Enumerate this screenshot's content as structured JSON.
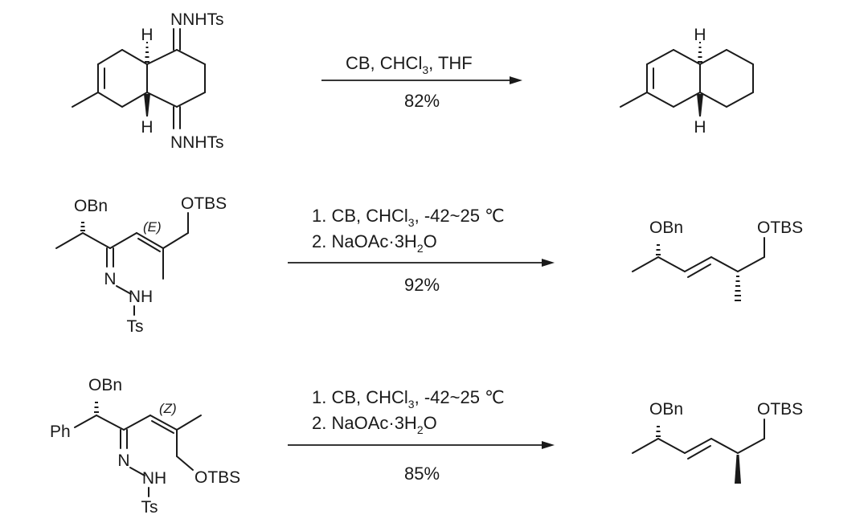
{
  "reactions": [
    {
      "reactant_labels": {
        "h_top": "H",
        "h_bottom": "H",
        "hydrazone_top": "NNHTs",
        "hydrazone_bottom": "NNHTs"
      },
      "conditions": {
        "line1": "CB, CHCl",
        "line1_sub": "3",
        "line1_tail": ", THF",
        "yield": "82%"
      },
      "product_labels": {
        "h_top": "H",
        "h_bottom": "H"
      }
    },
    {
      "reactant_labels": {
        "obn": "OBn",
        "otbs": "OTBS",
        "geometry": "(E)",
        "n": "N",
        "nh": "NH",
        "ts": "Ts"
      },
      "conditions": {
        "line1": "1. CB, CHCl",
        "line1_sub": "3",
        "line1_tail": ", -42~25 ℃",
        "line2": "2. NaOAc·3H",
        "line2_sub": "2",
        "line2_tail": "O",
        "yield": "92%"
      },
      "product_labels": {
        "obn": "OBn",
        "otbs": "OTBS"
      }
    },
    {
      "reactant_labels": {
        "obn": "OBn",
        "ph": "Ph",
        "geometry": "(Z)",
        "n": "N",
        "nh": "NH",
        "ts": "Ts",
        "otbs": "OTBS"
      },
      "conditions": {
        "line1": "1. CB, CHCl",
        "line1_sub": "3",
        "line1_tail": ", -42~25 ℃",
        "line2": "2. NaOAc·3H",
        "line2_sub": "2",
        "line2_tail": "O",
        "yield": "85%"
      },
      "product_labels": {
        "obn": "OBn",
        "otbs": "OTBS"
      }
    }
  ]
}
